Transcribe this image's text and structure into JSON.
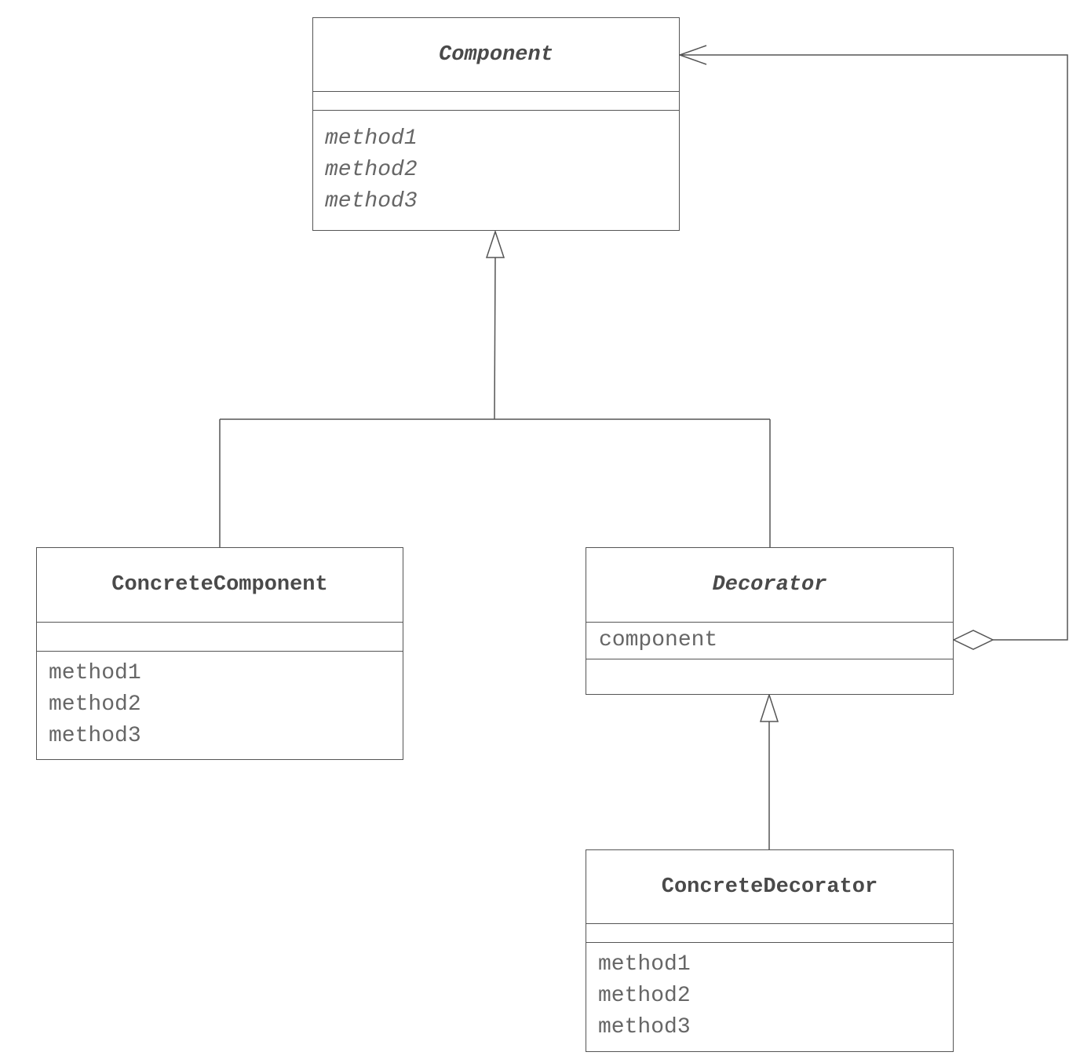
{
  "classes": {
    "component": {
      "name": "Component",
      "attributes": [],
      "methods": [
        "method1",
        "method2",
        "method3"
      ],
      "abstract": true
    },
    "concrete_component": {
      "name": "ConcreteComponent",
      "attributes": [],
      "methods": [
        "method1",
        "method2",
        "method3"
      ],
      "abstract": false
    },
    "decorator": {
      "name": "Decorator",
      "attributes": [
        "component"
      ],
      "methods": [],
      "abstract": true
    },
    "concrete_decorator": {
      "name": "ConcreteDecorator",
      "attributes": [],
      "methods": [
        "method1",
        "method2",
        "method3"
      ],
      "abstract": false
    }
  },
  "relationships": [
    {
      "type": "generalization",
      "from": "ConcreteComponent",
      "to": "Component"
    },
    {
      "type": "generalization",
      "from": "Decorator",
      "to": "Component"
    },
    {
      "type": "generalization",
      "from": "ConcreteDecorator",
      "to": "Decorator"
    },
    {
      "type": "aggregation",
      "from": "Decorator",
      "to": "Component",
      "navigable": true
    }
  ],
  "colors": {
    "line": "#555555",
    "text": "#4a4a4a",
    "background": "#ffffff"
  }
}
